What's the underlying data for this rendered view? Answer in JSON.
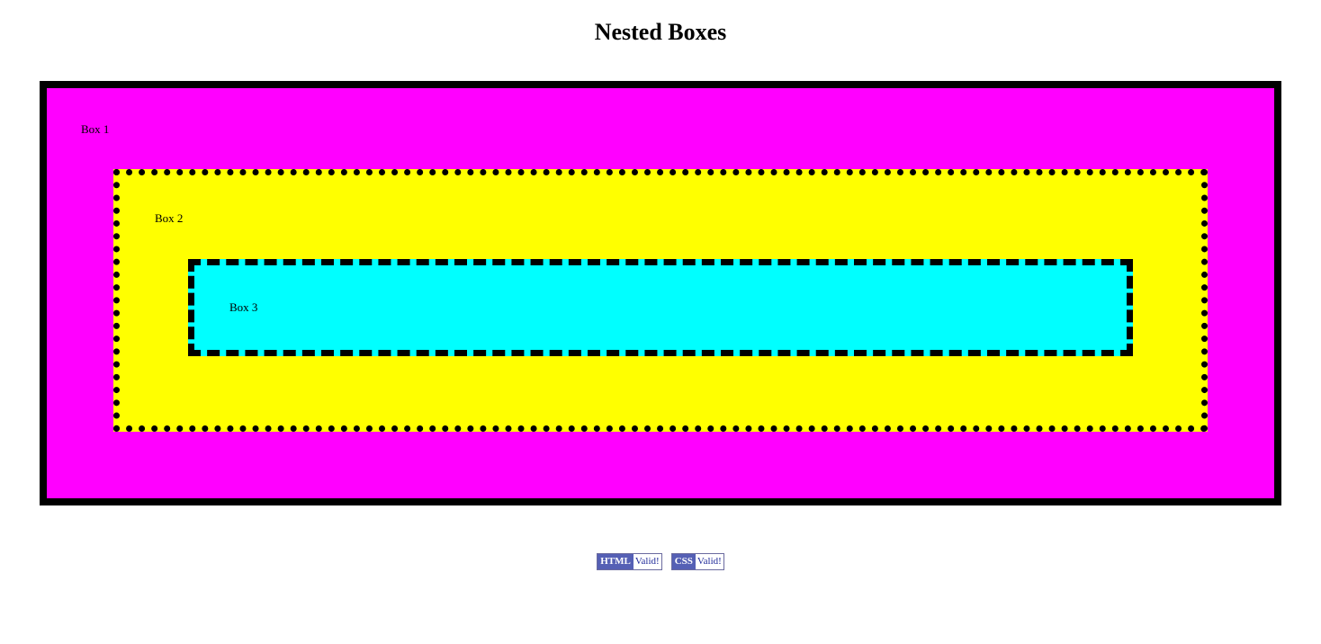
{
  "page": {
    "title": "Nested Boxes"
  },
  "boxes": {
    "box1": {
      "label": "Box 1",
      "color": "#ff00ff",
      "border": "solid"
    },
    "box2": {
      "label": "Box 2",
      "color": "#ffff00",
      "border": "dotted"
    },
    "box3": {
      "label": "Box 3",
      "color": "#00ffff",
      "border": "dashed"
    }
  },
  "badges": [
    {
      "key": "HTML",
      "value": "Valid!"
    },
    {
      "key": "CSS",
      "value": "Valid!"
    }
  ],
  "colors": {
    "badge_accent": "#5560b5",
    "border": "#000000"
  }
}
